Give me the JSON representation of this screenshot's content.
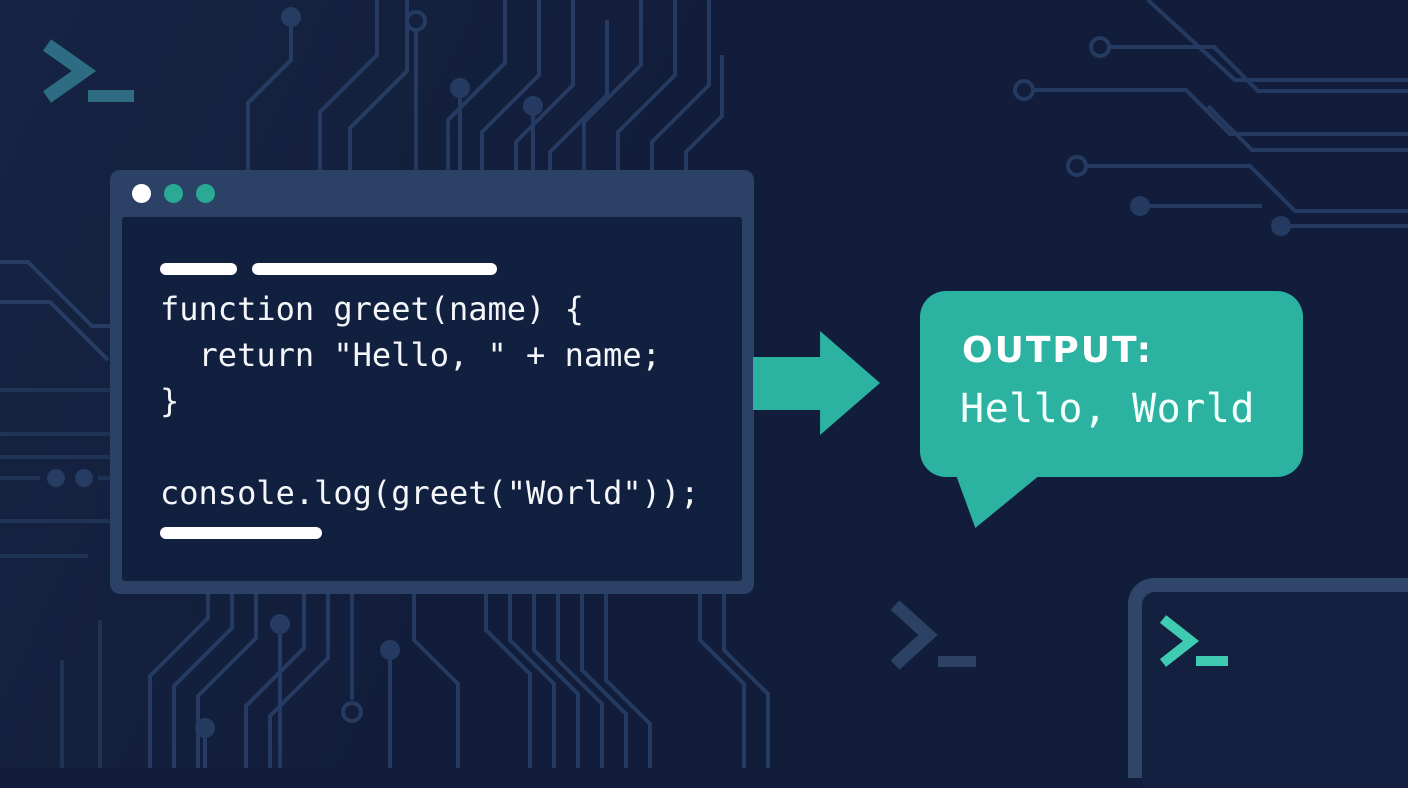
{
  "code_window": {
    "controls": [
      {
        "name": "window-dot",
        "color": "#ffffff"
      },
      {
        "name": "window-dot",
        "color": "#2aa995"
      },
      {
        "name": "window-dot",
        "color": "#2aa995"
      }
    ],
    "code_lines": [
      "function greet(name) {",
      "  return \"Hello, \" + name;",
      "}",
      "",
      "console.log(greet(\"World\"));"
    ]
  },
  "output_bubble": {
    "label": "OUTPUT:",
    "value": "Hello, World"
  },
  "icons": {
    "terminal_prompt": ">_",
    "flow_arrow": "→"
  },
  "colors": {
    "background": "#111d3a",
    "accent_teal": "#2bb2a1",
    "bright_prompt_teal": "#3fcbb2",
    "muted_prompt_teal": "#2d6c82",
    "faint_prompt_blue": "#2b4265",
    "window_frame": "#2b4165",
    "window_content": "#122040",
    "circuit_trace": "#253a61",
    "text_white": "#ffffff"
  }
}
